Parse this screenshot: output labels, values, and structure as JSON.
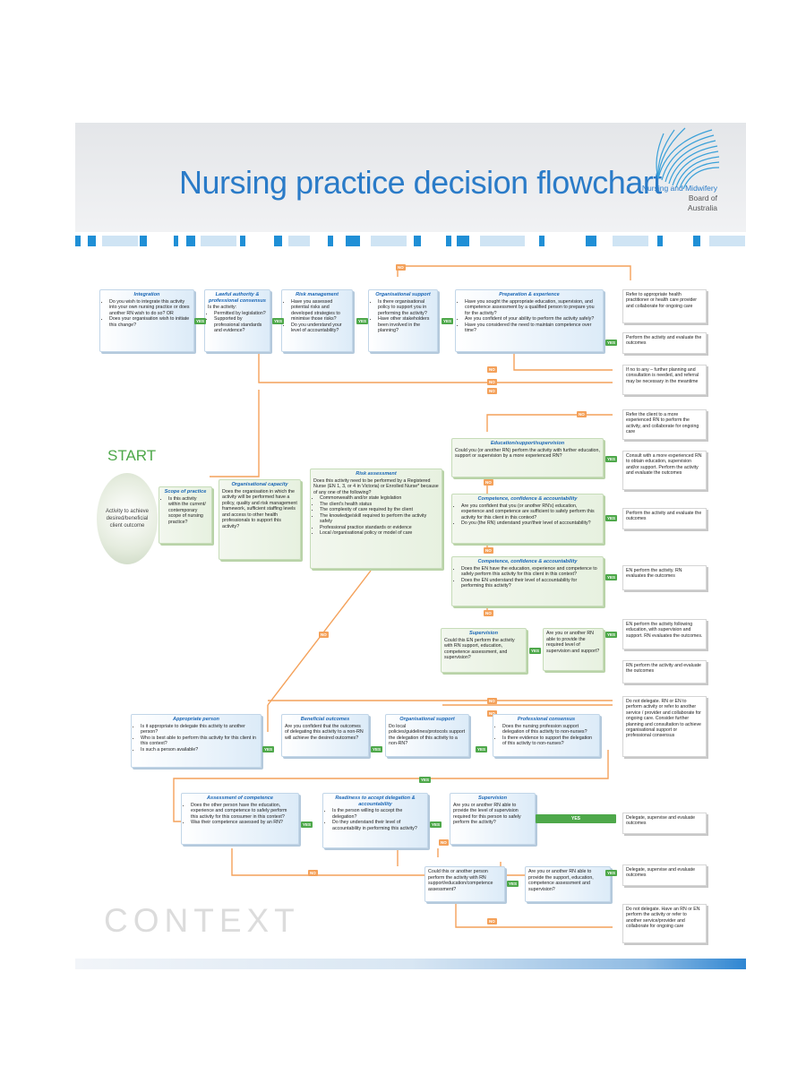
{
  "title": "Nursing practice decision flowchart",
  "org": {
    "line1": "Nursing and Midwifery",
    "line2": "Board of",
    "line3": "Australia"
  },
  "start_label": "START",
  "start_circle": "Activity to achieve desired/beneficial client outcome",
  "context_label": "CONTEXT",
  "yes": "YES",
  "no": "NO",
  "colors": {
    "title_blue": "#2a7bc8",
    "yes_green": "#4ea84a",
    "no_orange": "#f4a15a",
    "connector": "#f4a15a"
  },
  "row1": [
    {
      "heading": "Integration",
      "items": [
        "Do you wish to integrate this activity into your own nursing practice or does another RN wish to do so? OR",
        "Does your organisation wish to initiate this change?"
      ]
    },
    {
      "heading": "Lawful authority & professional consensus",
      "intro": "Is the activity:",
      "items": [
        "Permitted by legislation?",
        "Supported by professional standards and evidence?"
      ]
    },
    {
      "heading": "Risk management",
      "items": [
        "Have you assessed potential risks and developed strategies to minimise those risks?",
        "Do you understand your level of accountability?"
      ]
    },
    {
      "heading": "Organisational support",
      "items": [
        "Is there organisational policy to support you in performing the activity?",
        "Have other stakeholders been involved in the planning?"
      ]
    },
    {
      "heading": "Preparation & experience",
      "items": [
        "Have you sought the appropriate education, supervision, and competence assessment by a qualified person to prepare you for the activity?",
        "Are you confident of your ability to perform the activity safely?",
        "Have you considered the need to maintain competence over time?"
      ]
    }
  ],
  "outcomes_top": [
    "Refer to appropriate health practitioner or health care provider and collaborate for ongoing care",
    "Perform the activity and evaluate the outcomes",
    "If no to any – further planning and consultation is needed, and referral may be necessary in the meantime",
    "Refer the client to a more experienced RN to perform the activity, and collaborate for ongoing care",
    "Consult with a more experienced RN to obtain education, supervision and/or support. Perform the activity and evaluate the outcomes",
    "Perform the activity and evaluate the outcomes",
    "EN perform the activity. RN evaluates the outcomes",
    "EN perform the activity following education, with supervision and support. RN evaluates the outcomes.",
    "RN perform the activity and evaluate the outcomes"
  ],
  "scope": {
    "heading": "Scope of practice",
    "items": [
      "Is this activity within the current/ contemporary scope of nursing practice?"
    ]
  },
  "org_capacity": {
    "heading": "Organisational capacity",
    "text": "Does the organisation in which the activity will be performed have a policy, quality and risk management framework, sufficient staffing levels and access to other health professionals to support this activity?"
  },
  "risk": {
    "heading": "Risk assessment",
    "intro": "Does this activity need to be performed by a Registered Nurse (EN 1, 3, or 4 in Victoria) or Enrolled Nurse* because of any one of the following?",
    "items": [
      "Commonwealth and/or state legislation",
      "The client's health status",
      "The complexity of care required by the client",
      "The knowledge/skill required to perform the activity safely",
      "Professional practice standards or evidence",
      "Local /organisational policy or model of care"
    ]
  },
  "edu": {
    "heading": "Education/support/supervision",
    "text": "Could you (or another RN) perform the activity with further education, support or supervision by a more experienced RN?"
  },
  "comp1": {
    "heading": "Competence, confidence & accountability",
    "items": [
      "Are you confident that you (or another RN's) education, experience and competence are sufficient to safely perform this activity for this client in this context?",
      "Do you (the RN) understand your/their level of accountability?"
    ]
  },
  "comp2": {
    "heading": "Competence, confidence & accountability",
    "items": [
      "Does the EN have the education, experience and competence to safely perform this activity for this client in this context?",
      "Does the EN understand their level of accountability for performing this activity?"
    ]
  },
  "supervision1": {
    "heading": "Supervision",
    "text": "Could this EN perform the activity with RN support, education, competence assessment, and supervision?"
  },
  "supervision2": {
    "text": "Are you or another RN able to provide the required level of supervision and support?"
  },
  "outcome_delegate_none": "Do not delegate. RN or EN to perform activity or refer to another service / provider and collaborate for ongoing care. Consider further planning and consultation to achieve organisational support or professional consensus",
  "row3": [
    {
      "heading": "Appropriate person",
      "items": [
        "Is it appropriate to delegate this activity to another person?",
        "Who is best able to perform this activity for this client in this context?",
        "Is such a person available?"
      ]
    },
    {
      "heading": "Beneficial outcomes",
      "text": "Are you confident that the outcomes of delegating this activity to a non-RN will achieve the desired outcomes?"
    },
    {
      "heading": "Organisational support",
      "text": "Do local policies/guidelines/protocols support the delegation of this activity to a non-RN?"
    },
    {
      "heading": "Professional consensus",
      "items": [
        "Does the nursing profession support delegation of this activity to non-nurses?",
        "Is there evidence to support the delegation of this activity to non-nurses?"
      ]
    }
  ],
  "row4": [
    {
      "heading": "Assessment of competence",
      "items": [
        "Does the other person have the education, experience and competence to safely perform this activity for this consumer in this context?",
        "Was their competence assessed by an RN?"
      ]
    },
    {
      "heading": "Readiness to accept delegation & accountability",
      "items": [
        "Is the person willing to accept the delegation?",
        "Do they understand their level of accountability in performing this activity?"
      ]
    },
    {
      "heading": "Supervision",
      "text": "Are you or another RN able to provide the level of supervision required for this person to safely perform the activity?"
    }
  ],
  "bottom_q1": "Could this or another person perform the activity with RN support/education/competence assessment?",
  "bottom_q2": "Are you or another RN able to provide the support, education, competence assessment and supervision?",
  "outcomes_bottom": [
    "Delegate, supervise and evaluate outcomes",
    "Delegate, supervise and evaluate outcomes",
    "Do not delegate. Have an RN or EN perform the activity or refer to another service/provider and collaborate for ongoing care"
  ]
}
